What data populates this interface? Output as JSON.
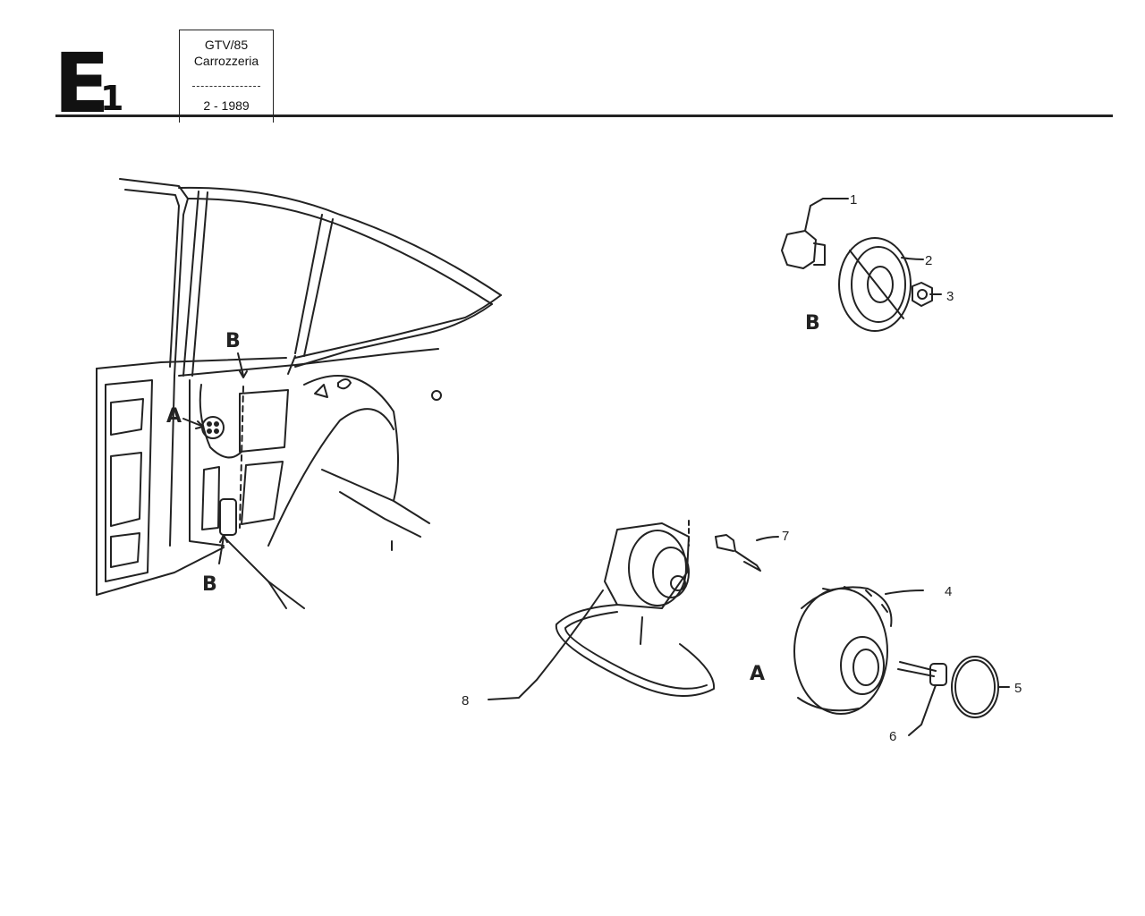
{
  "section": {
    "letter": "E",
    "number": "1"
  },
  "info_box": {
    "model": "GTV/85",
    "group": "Carrozzeria",
    "date": "2 - 1989"
  },
  "view_labels": {
    "a": "A",
    "b": "B"
  },
  "callouts": {
    "c1": "1",
    "c2": "2",
    "c3": "3",
    "c4": "4",
    "c5": "5",
    "c6": "6",
    "c7": "7",
    "c8": "8"
  },
  "icons": [
    "car-body-quarter-drawing",
    "wheel-hub-drawing",
    "winch-drum-drawing"
  ]
}
